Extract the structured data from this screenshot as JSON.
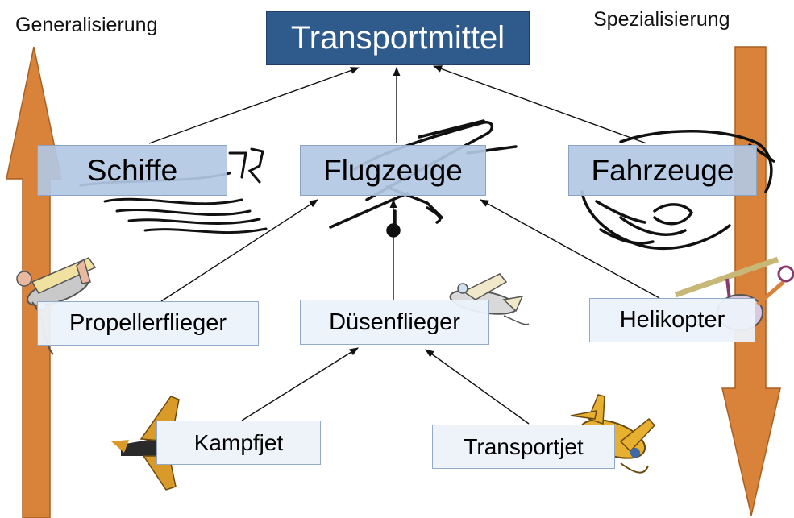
{
  "labels": {
    "left": "Generalisierung",
    "right": "Spezialisierung"
  },
  "nodes": {
    "root": "Transportmittel",
    "schiffe": "Schiffe",
    "flugzeuge": "Flugzeuge",
    "fahrzeuge": "Fahrzeuge",
    "propellerflieger": "Propellerflieger",
    "duesenflieger": "Düsenflieger",
    "helikopter": "Helikopter",
    "kampfjet": "Kampfjet",
    "transportjet": "Transportjet"
  },
  "colors": {
    "arrow_orange": "#d9823a",
    "root_fill": "#2e5a8c",
    "category_fill": "#b2c8e4",
    "box_fill": "#eef3fa"
  },
  "icons": [
    "ship-icon",
    "airplane-icon",
    "car-icon",
    "propeller-plane-icon",
    "jet-plane-icon",
    "helicopter-icon",
    "fighter-jet-icon",
    "transport-jet-icon"
  ]
}
